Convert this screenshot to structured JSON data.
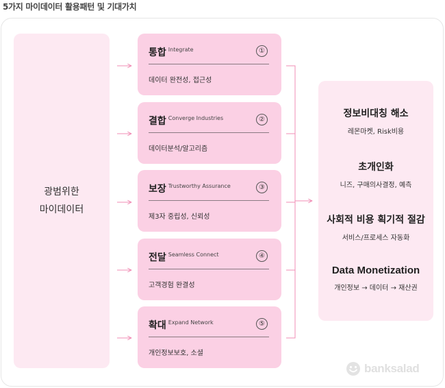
{
  "title": "5가지 마이데이터 활용패턴 및 기대가치",
  "source": {
    "line1": "광범위한",
    "line2": "마이데이터"
  },
  "patterns": [
    {
      "ko": "통합",
      "en": "Integrate",
      "num": "①",
      "desc": "데이터 완전성, 접근성"
    },
    {
      "ko": "결합",
      "en": "Converge Industries",
      "num": "②",
      "desc": "데이터분석/알고리즘"
    },
    {
      "ko": "보장",
      "en": "Trustworthy Assurance",
      "num": "③",
      "desc": "제3자 중립성, 신뢰성"
    },
    {
      "ko": "전달",
      "en": "Seamless Connect",
      "num": "④",
      "desc": "고객경험 완결성"
    },
    {
      "ko": "확대",
      "en": "Expand Network",
      "num": "⑤",
      "desc": "개인정보보호, 소셜"
    }
  ],
  "values": [
    {
      "title": "정보비대칭 해소",
      "sub": "레몬마켓, Risk비용"
    },
    {
      "title": "초개인화",
      "sub": "니즈, 구매의사결정, 예측"
    },
    {
      "title": "사회적 비용 획기적 절감",
      "sub": "서비스/프로세스 자동화"
    },
    {
      "title": "Data Monetization",
      "sub": "개인정보 → 데이터 → 재산권"
    }
  ],
  "logo": {
    "text": "banksalad",
    "icon": "banksalad-smile-icon"
  },
  "colors": {
    "card": "#fbd0e4",
    "panel": "#fde9f2",
    "arrow": "#f08cb4",
    "connector": "#f08cb4"
  }
}
